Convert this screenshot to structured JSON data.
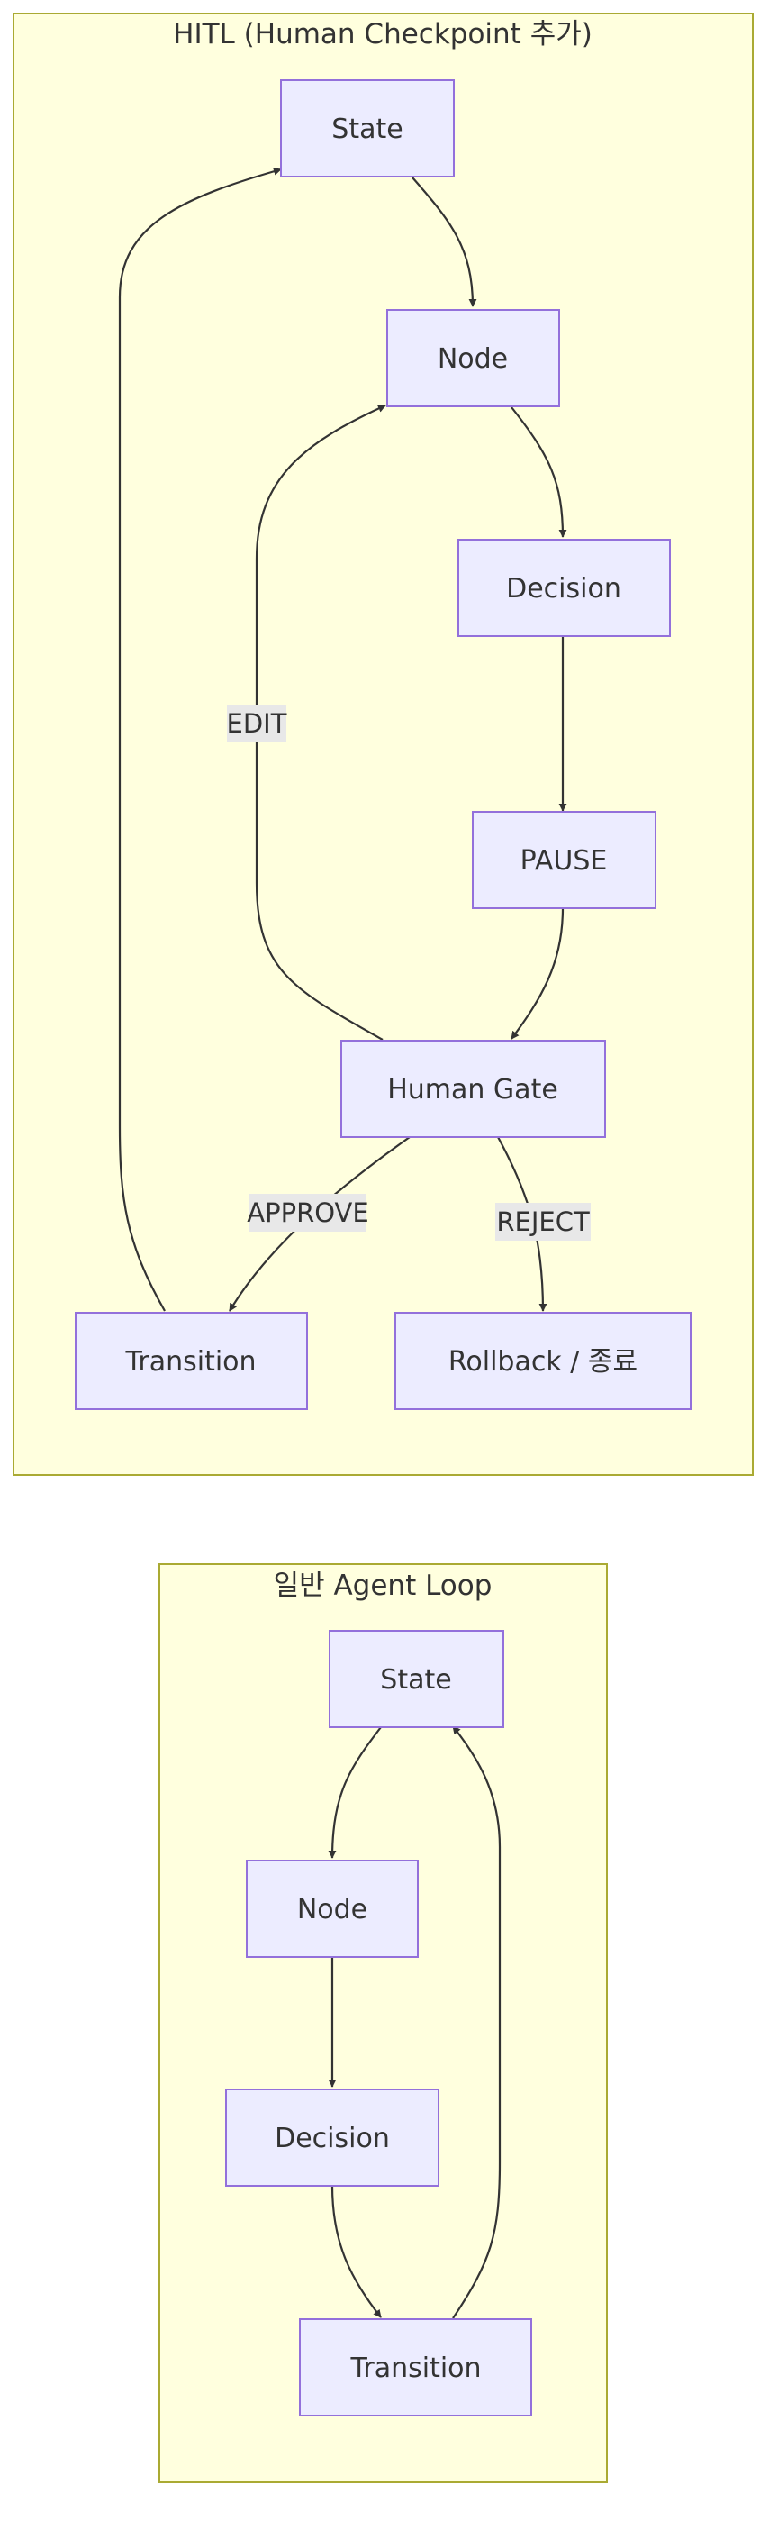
{
  "colors": {
    "cluster_fill": "#ffffde",
    "cluster_stroke": "#aaaa33",
    "node_fill": "#ececff",
    "node_stroke": "#9370db",
    "edge": "#333333",
    "edge_label_bg": "#e8e8e8"
  },
  "hitl": {
    "title": "HITL (Human Checkpoint 추가)",
    "nodes": {
      "state": "State",
      "node": "Node",
      "decision": "Decision",
      "pause": "PAUSE",
      "human_gate": "Human Gate",
      "transition": "Transition",
      "rollback": "Rollback / 종료"
    },
    "edge_labels": {
      "edit": "EDIT",
      "approve": "APPROVE",
      "reject": "REJECT"
    }
  },
  "loop": {
    "title": "일반 Agent Loop",
    "nodes": {
      "state": "State",
      "node": "Node",
      "decision": "Decision",
      "transition": "Transition"
    }
  }
}
